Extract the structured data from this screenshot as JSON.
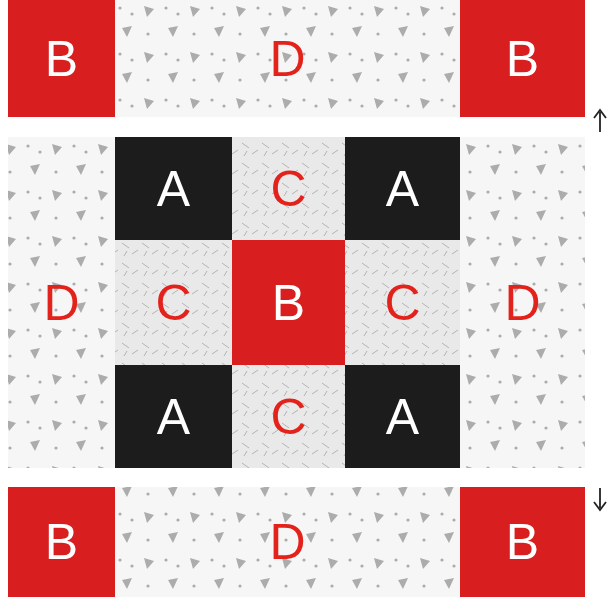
{
  "diagram": {
    "nodes": [
      {
        "text": [
          "B"
        ]
      },
      {
        "text": [
          "D"
        ]
      },
      {
        "text": [
          "B"
        ]
      },
      {
        "text": [
          "A"
        ]
      },
      {
        "text": [
          "C"
        ]
      },
      {
        "text": [
          "A"
        ]
      },
      {
        "text": [
          "D"
        ]
      },
      {
        "text": [
          "C"
        ]
      },
      {
        "text": [
          "B"
        ]
      },
      {
        "text": [
          "C"
        ]
      },
      {
        "text": [
          "D"
        ]
      },
      {
        "text": [
          "A"
        ]
      },
      {
        "text": [
          "C"
        ]
      },
      {
        "text": [
          "A"
        ]
      },
      {
        "text": [
          "B"
        ]
      },
      {
        "text": [
          "D"
        ]
      },
      {
        "text": [
          "B"
        ]
      }
    ]
  }
}
